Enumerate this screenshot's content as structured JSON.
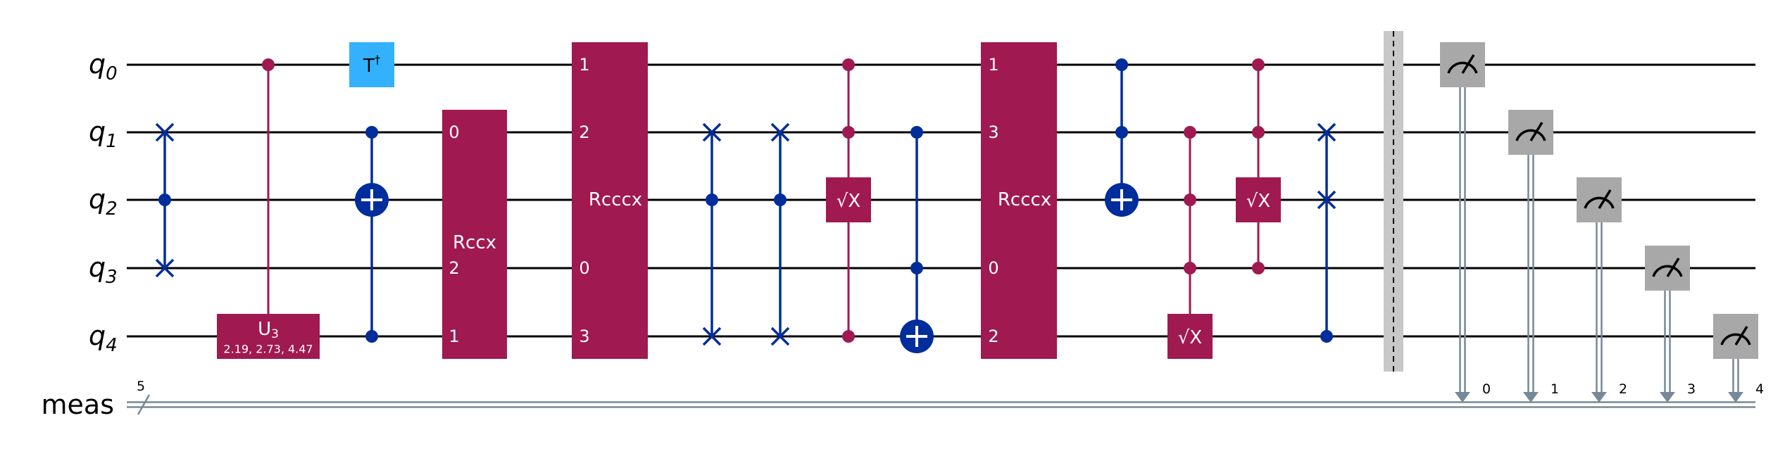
{
  "colors": {
    "wire": "#000000",
    "swap_cx": "#002d9c",
    "purple": "#a01950",
    "tdg": "#33b1ff",
    "measure": "#a8a8a8",
    "classical": "#778899",
    "barrier": "#c8c8c8"
  },
  "qubits": [
    {
      "base": "q",
      "sub": "0"
    },
    {
      "base": "q",
      "sub": "1"
    },
    {
      "base": "q",
      "sub": "2"
    },
    {
      "base": "q",
      "sub": "3"
    },
    {
      "base": "q",
      "sub": "4"
    }
  ],
  "creg": {
    "label": "meas",
    "size": "5"
  },
  "gates": {
    "u3": {
      "label": "U",
      "sub": "3",
      "params": "2.19, 2.73, 4.47"
    },
    "tdg": {
      "label": "T",
      "sup": "†"
    },
    "rccx": {
      "label": "Rccx",
      "ports": [
        "0",
        "2",
        "1"
      ]
    },
    "rcccx1": {
      "label": "Rcccx",
      "ports": [
        "1",
        "2",
        "0",
        "3"
      ]
    },
    "rcccx2": {
      "label": "Rcccx",
      "ports": [
        "1",
        "3",
        "0",
        "2"
      ]
    },
    "csx": {
      "label": "√X"
    }
  },
  "measure_bits": [
    "0",
    "1",
    "2",
    "3",
    "4"
  ]
}
